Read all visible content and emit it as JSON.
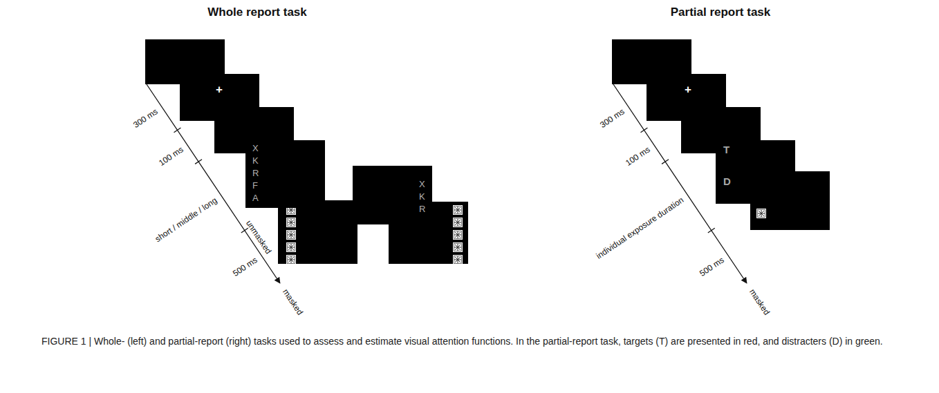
{
  "diagram": {
    "caption": "FIGURE 1 | Whole- (left) and partial-report (right) tasks used to assess and estimate visual attention functions. In the partial-report task, targets (T) are presented in red, and distracters (D) in green.",
    "nodes": [
      {
        "text": [
          "+"
        ]
      },
      {
        "text": [
          "X",
          "K",
          "R",
          "F",
          "A"
        ]
      },
      {
        "text": [
          "X",
          "K",
          "R"
        ]
      },
      {
        "text": [
          "+"
        ]
      },
      {
        "text": [
          "T",
          "D"
        ]
      }
    ],
    "labels": [
      "Whole report task",
      "300 ms",
      "100 ms",
      "short / middle / long",
      "500 ms",
      "unmasked",
      "masked",
      "Partial report task",
      "300 ms",
      "100 ms",
      "individual exposure duration",
      "500 ms",
      "masked"
    ]
  }
}
